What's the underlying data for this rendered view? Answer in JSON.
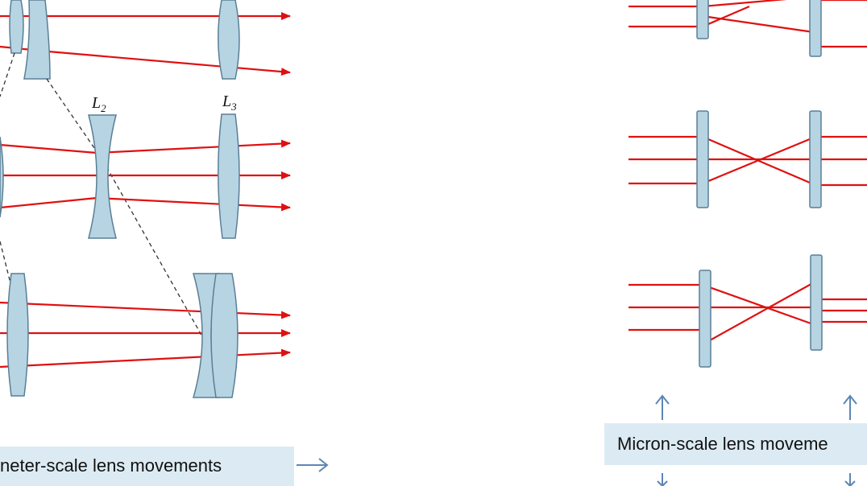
{
  "colors": {
    "ray": "#e01010",
    "lens_fill": "#b7d4e3",
    "lens_stroke": "#5a7f95",
    "caption_bg": "#dcebf3",
    "arrow_blue": "#5c86b5",
    "dashed": "#333333"
  },
  "left_panel": {
    "lens_labels": [
      "L",
      "L"
    ],
    "lens_label_subscripts": [
      "2",
      "3"
    ],
    "caption": "neter-scale lens movements"
  },
  "right_panel": {
    "caption": "Micron-scale lens moveme"
  }
}
